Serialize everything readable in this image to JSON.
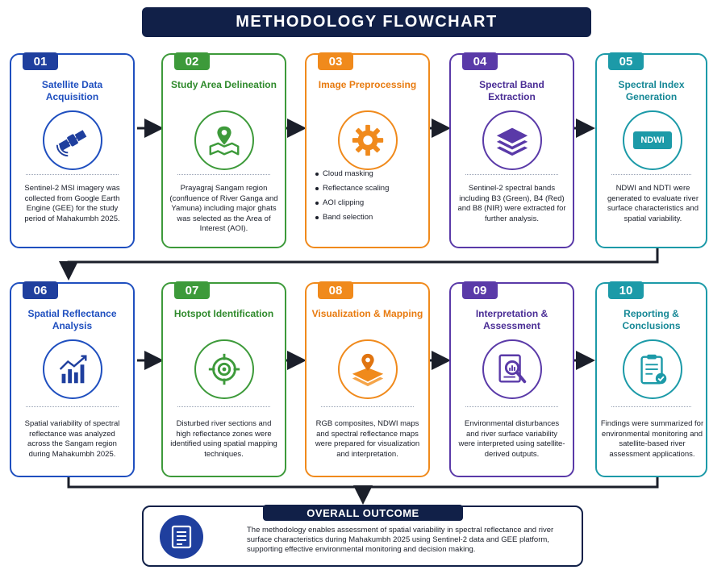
{
  "title": "METHODOLOGY FLOWCHART",
  "steps": [
    {
      "num": "01",
      "title": "Satellite Data Acquisition",
      "icon": "satellite-icon",
      "desc": "Sentinel-2 MSI imagery was collected from Google Earth Engine (GEE) for the study period of Mahakumbh 2025.",
      "color": "#1f4fbf"
    },
    {
      "num": "02",
      "title": "Study Area Delineation",
      "icon": "map-pin-icon",
      "desc": "Prayagraj Sangam region (confluence of River Ganga and Yamuna) including major ghats was selected as the Area of Interest (AOI).",
      "color": "#3d9a3a"
    },
    {
      "num": "03",
      "title": "Image Preprocessing",
      "icon": "gear-icon",
      "bullets": [
        "Cloud masking",
        "Reflectance scaling",
        "AOI clipping",
        "Band selection"
      ],
      "color": "#f08a1c"
    },
    {
      "num": "04",
      "title": "Spectral Band Extraction",
      "icon": "layers-icon",
      "desc": "Sentinel-2 spectral bands including B3 (Green), B4 (Red) and B8 (NIR) were extracted for further analysis.",
      "color": "#5a3aa8"
    },
    {
      "num": "05",
      "title": "Spectral Index Generation",
      "icon": "ndwi-icon",
      "icon_text": "NDWI",
      "desc": "NDWI and NDTI were generated to evaluate river surface characteristics and spatial variability.",
      "color": "#1c9aa8"
    },
    {
      "num": "06",
      "title": "Spatial Reflectance Analysis",
      "icon": "chart-icon",
      "desc": "Spatial variability of spectral reflectance was analyzed across the Sangam region during Mahakumbh 2025.",
      "color": "#1f4fbf"
    },
    {
      "num": "07",
      "title": "Hotspot Identification",
      "icon": "target-icon",
      "desc": "Disturbed river sections and high reflectance zones were identified using spatial mapping techniques.",
      "color": "#3d9a3a"
    },
    {
      "num": "08",
      "title": "Visualization & Mapping",
      "icon": "map-layers-icon",
      "desc": "RGB composites, NDWI maps and spectral reflectance maps were prepared for visualization and interpretation.",
      "color": "#f08a1c"
    },
    {
      "num": "09",
      "title": "Interpretation & Assessment",
      "icon": "report-search-icon",
      "desc": "Environmental disturbances and river surface variability were interpreted using satellite-derived outputs.",
      "color": "#5a3aa8"
    },
    {
      "num": "10",
      "title": "Reporting & Conclusions",
      "icon": "clipboard-check-icon",
      "desc": "Findings were summarized for environmental monitoring and satellite-based river assessment applications.",
      "color": "#1c9aa8"
    }
  ],
  "outcome": {
    "title": "OVERALL OUTCOME",
    "icon": "document-icon",
    "text": "The methodology enables assessment of spatial variability in spectral reflectance and river surface characteristics during Mahakumbh 2025 using Sentinel-2 data and GEE platform, supporting effective environmental monitoring and decision making."
  }
}
